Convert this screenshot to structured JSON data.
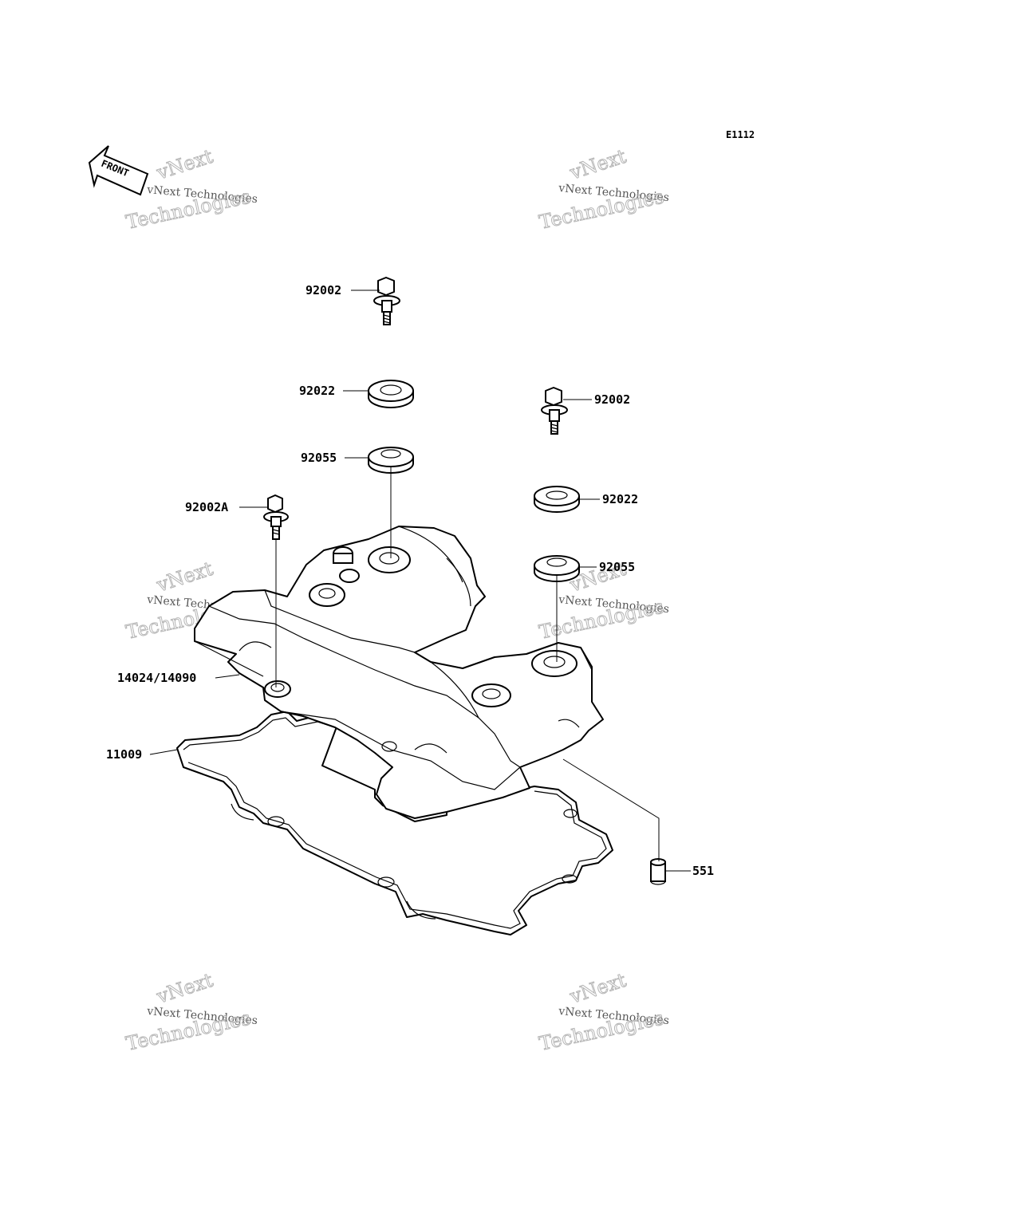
{
  "diagram_code": "E1112",
  "front_label": "FRONT",
  "watermark": {
    "line1": "vNext Technologies",
    "line2": "vNext",
    "line3": "Technologies"
  },
  "callouts": {
    "bolt_top": "92002",
    "washer_top": "92022",
    "grommet_top": "92055",
    "bolt_right": "92002",
    "washer_right": "92022",
    "grommet_right": "92055",
    "bolt_a": "92002A",
    "cover": "14024/14090",
    "gasket": "11009",
    "dowel": "551"
  }
}
